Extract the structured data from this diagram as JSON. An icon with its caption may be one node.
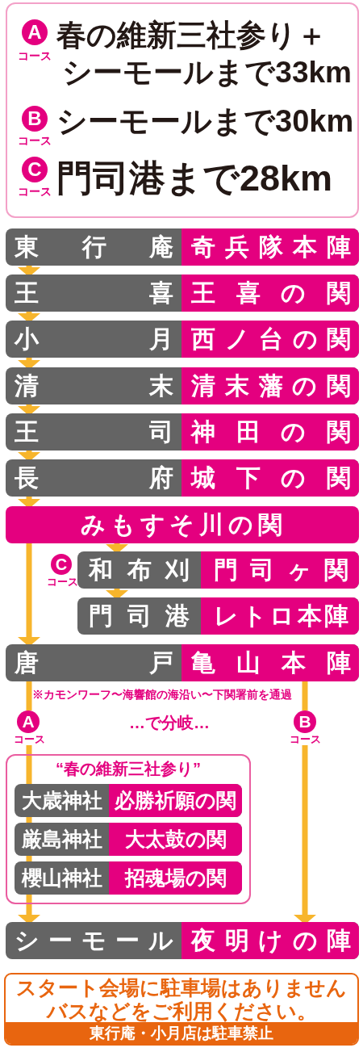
{
  "diagram": {
    "nodes": [
      {
        "text": [
          "春の維新三社参り＋シーモールまで33km",
          "シーモールまで30km",
          "門司港まで28km"
        ]
      },
      {
        "text": [
          "A"
        ],
        "beside": [
          "コース"
        ],
        "in": 0
      },
      {
        "text": [
          "B"
        ],
        "beside": [
          "コース"
        ],
        "in": 0
      },
      {
        "text": [
          "C"
        ],
        "beside": [
          "コース"
        ],
        "in": 0
      },
      {
        "text": [
          "東行庵",
          "奇兵隊本陣"
        ]
      },
      {
        "text": [
          "王喜",
          "王喜の関"
        ]
      },
      {
        "text": [
          "小月",
          "西ノ台の関"
        ]
      },
      {
        "text": [
          "清末",
          "清末藩の関"
        ]
      },
      {
        "text": [
          "王司",
          "神田の関"
        ]
      },
      {
        "text": [
          "長府",
          "城下の関"
        ]
      },
      {
        "text": [
          "みもすそ川の関"
        ]
      },
      {
        "text": [
          "C"
        ],
        "beside": [
          "コース"
        ]
      },
      {
        "text": [
          "和布刈",
          "門司ヶ関"
        ]
      },
      {
        "text": [
          "門司港",
          "レトロ本陣"
        ]
      },
      {
        "text": [
          "唐戸",
          "亀山本陣"
        ]
      },
      {
        "text": [
          "A"
        ],
        "beside": [
          "コース"
        ]
      },
      {
        "text": [
          "B"
        ],
        "beside": [
          "コース"
        ]
      },
      {
        "text": [
          "“春の維新三社参り”"
        ]
      },
      {
        "text": [
          "大歳神社",
          "必勝祈願の関"
        ],
        "in": 17
      },
      {
        "text": [
          "厳島神社",
          "大太鼓の関"
        ],
        "in": 17
      },
      {
        "text": [
          "櫻山神社",
          "招魂場の関"
        ],
        "in": 17
      },
      {
        "text": [
          "シーモール",
          "夜明けの陣"
        ]
      },
      {
        "text": [
          "スタート会場に駐車場はありません",
          "バスなどをご利用ください。"
        ]
      },
      {
        "text": [
          "東行庵・小月店は駐車禁止"
        ],
        "in": 22
      }
    ],
    "edges": [
      {
        "from": 4,
        "to": 5,
        "arrow": "to"
      },
      {
        "from": 5,
        "to": 6,
        "arrow": "to"
      },
      {
        "from": 6,
        "to": 7,
        "arrow": "to"
      },
      {
        "from": 7,
        "to": 8,
        "arrow": "to"
      },
      {
        "from": 8,
        "to": 9,
        "arrow": "to"
      },
      {
        "from": 9,
        "to": 10,
        "arrow": "to"
      },
      {
        "from": 10,
        "to": 12,
        "arrow": "to"
      },
      {
        "from": 12,
        "to": 13,
        "arrow": "to"
      },
      {
        "from": 10,
        "to": 14,
        "arrow": "to"
      },
      {
        "from": 14,
        "to": 15,
        "arrow": "none"
      },
      {
        "from": 15,
        "to": 17,
        "arrow": "none"
      },
      {
        "from": 17,
        "to": 21,
        "arrow": "to"
      },
      {
        "from": 14,
        "to": 16,
        "arrow": "none"
      },
      {
        "from": 16,
        "to": 21,
        "arrow": "to"
      }
    ],
    "labels": [
      "※カモンワーフ〜海響館の海沿い〜下関署前を通過",
      "…で分岐…"
    ]
  }
}
